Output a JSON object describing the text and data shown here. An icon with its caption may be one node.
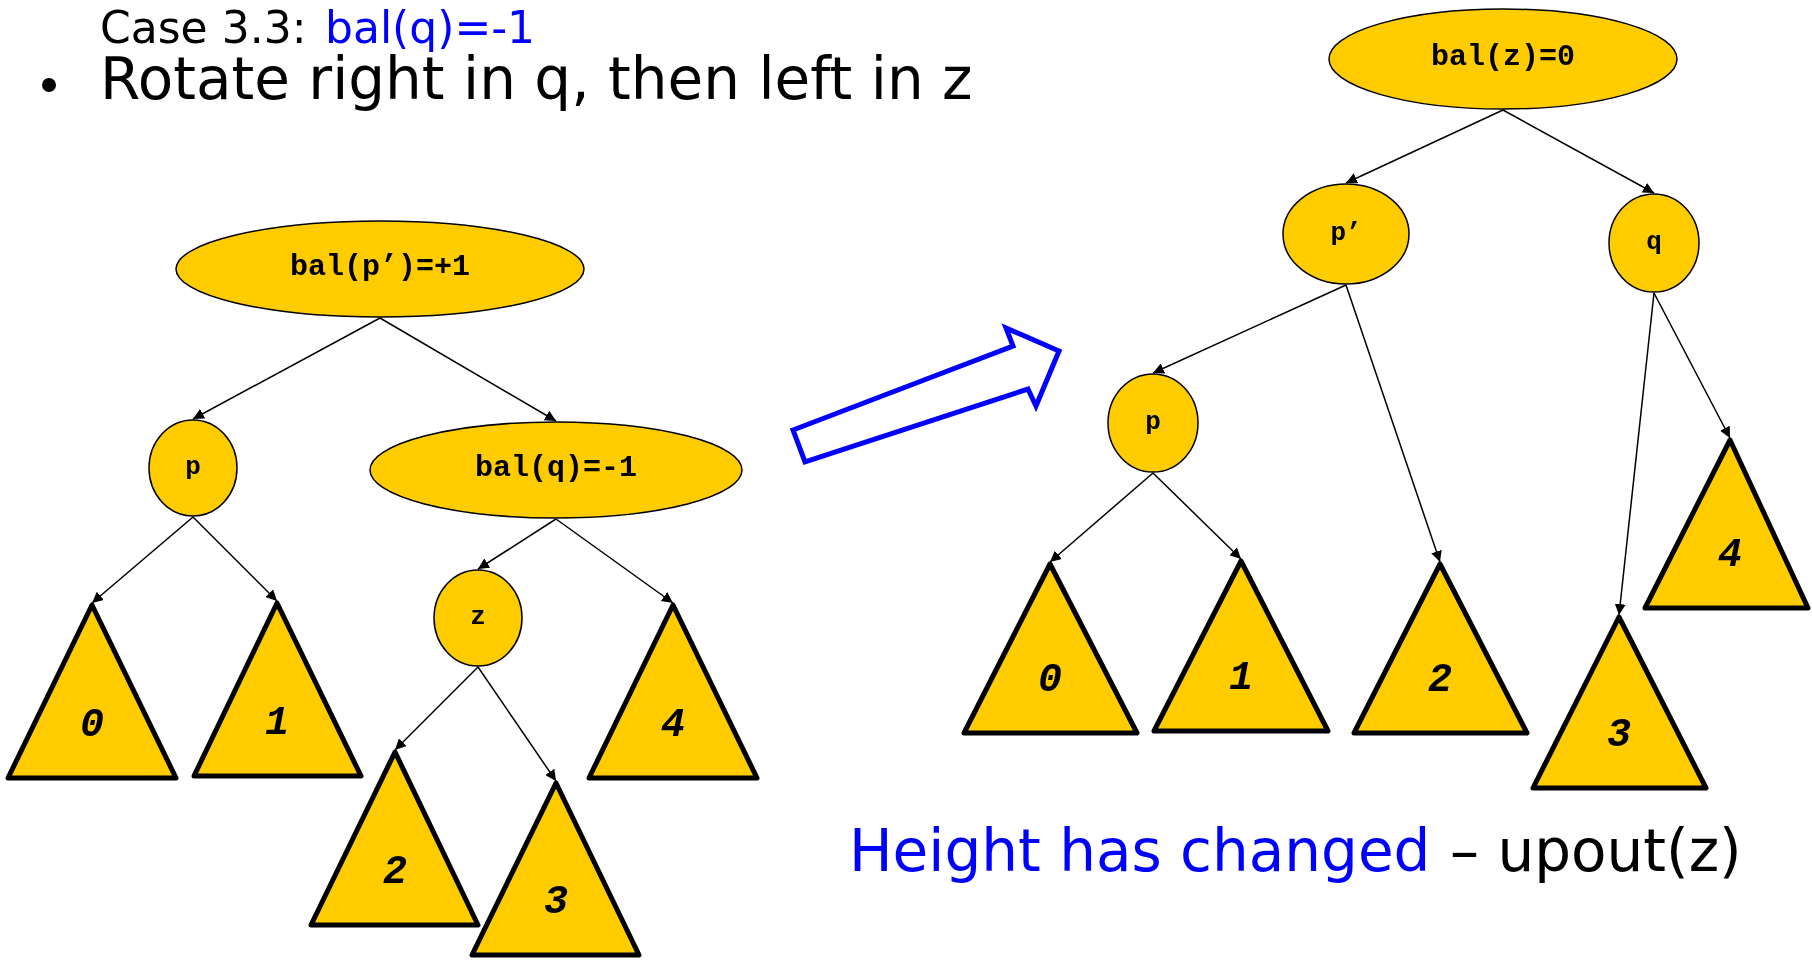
{
  "diagram": {
    "nodes": [
      {
        "text": [
          "bal(p’)=+1"
        ]
      },
      {
        "text": [
          "p"
        ]
      },
      {
        "text": [
          "bal(q)=-1"
        ]
      },
      {
        "text": [
          "z"
        ]
      },
      {
        "text": [
          "0"
        ]
      },
      {
        "text": [
          "1"
        ]
      },
      {
        "text": [
          "4"
        ]
      },
      {
        "text": [
          "2"
        ]
      },
      {
        "text": [
          "3"
        ]
      },
      {
        "text": [
          "bal(z)=0"
        ]
      },
      {
        "text": [
          "p’"
        ]
      },
      {
        "text": [
          "q"
        ]
      },
      {
        "text": [
          "p"
        ]
      },
      {
        "text": [
          "4"
        ]
      },
      {
        "text": [
          "0"
        ]
      },
      {
        "text": [
          "1"
        ]
      },
      {
        "text": [
          "2"
        ]
      },
      {
        "text": [
          "3"
        ]
      }
    ],
    "edges": [
      {
        "from": 0,
        "to": 1,
        "arrow": "to"
      },
      {
        "from": 0,
        "to": 2,
        "arrow": "to"
      },
      {
        "from": 1,
        "to": 4,
        "arrow": "to"
      },
      {
        "from": 1,
        "to": 5,
        "arrow": "to"
      },
      {
        "from": 2,
        "to": 3,
        "arrow": "to"
      },
      {
        "from": 2,
        "to": 6,
        "arrow": "to"
      },
      {
        "from": 3,
        "to": 7,
        "arrow": "to"
      },
      {
        "from": 3,
        "to": 8,
        "arrow": "to"
      },
      {
        "from": 9,
        "to": 10,
        "arrow": "to"
      },
      {
        "from": 9,
        "to": 11,
        "arrow": "to"
      },
      {
        "from": 10,
        "to": 12,
        "arrow": "to"
      },
      {
        "from": 10,
        "to": 16,
        "arrow": "to"
      },
      {
        "from": 11,
        "to": 17,
        "arrow": "to"
      },
      {
        "from": 11,
        "to": 13,
        "arrow": "to"
      },
      {
        "from": 12,
        "to": 14,
        "arrow": "to"
      },
      {
        "from": 12,
        "to": 15,
        "arrow": "to"
      }
    ],
    "labels": [
      "Case 3.3:",
      "bal(q)=-1",
      "Rotate right in q, then left in z",
      "Height has changed",
      "– upout(z)"
    ]
  }
}
